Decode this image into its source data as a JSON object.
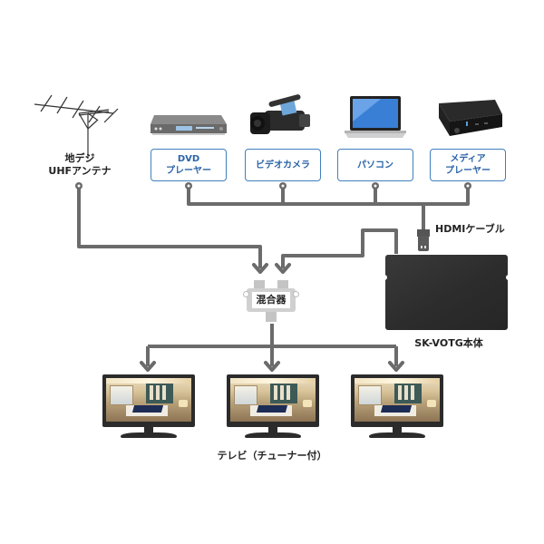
{
  "diagram": {
    "antenna": {
      "label_line1": "地デジ",
      "label_line2": "UHFアンテナ"
    },
    "sources": [
      {
        "line1": "DVD",
        "line2": "プレーヤー",
        "icon": "dvd-player-icon"
      },
      {
        "line1": "ビデオカメラ",
        "line2": "",
        "icon": "video-camera-icon"
      },
      {
        "line1": "パソコン",
        "line2": "",
        "icon": "laptop-icon"
      },
      {
        "line1": "メディア",
        "line2": "プレーヤー",
        "icon": "media-player-icon"
      }
    ],
    "cable_label": "HDMIケーブル",
    "main_unit_label": "SK-VOTG本体",
    "mixer_label": "混合器",
    "tv_label": "テレビ（チューナー付）",
    "tv_count": 3,
    "colors": {
      "wire": "#6b6b6b",
      "box_border": "#3f7fbf",
      "box_text": "#2a63a8",
      "unit": "#2f2f2f",
      "mixer": "#c8c8c8"
    }
  }
}
